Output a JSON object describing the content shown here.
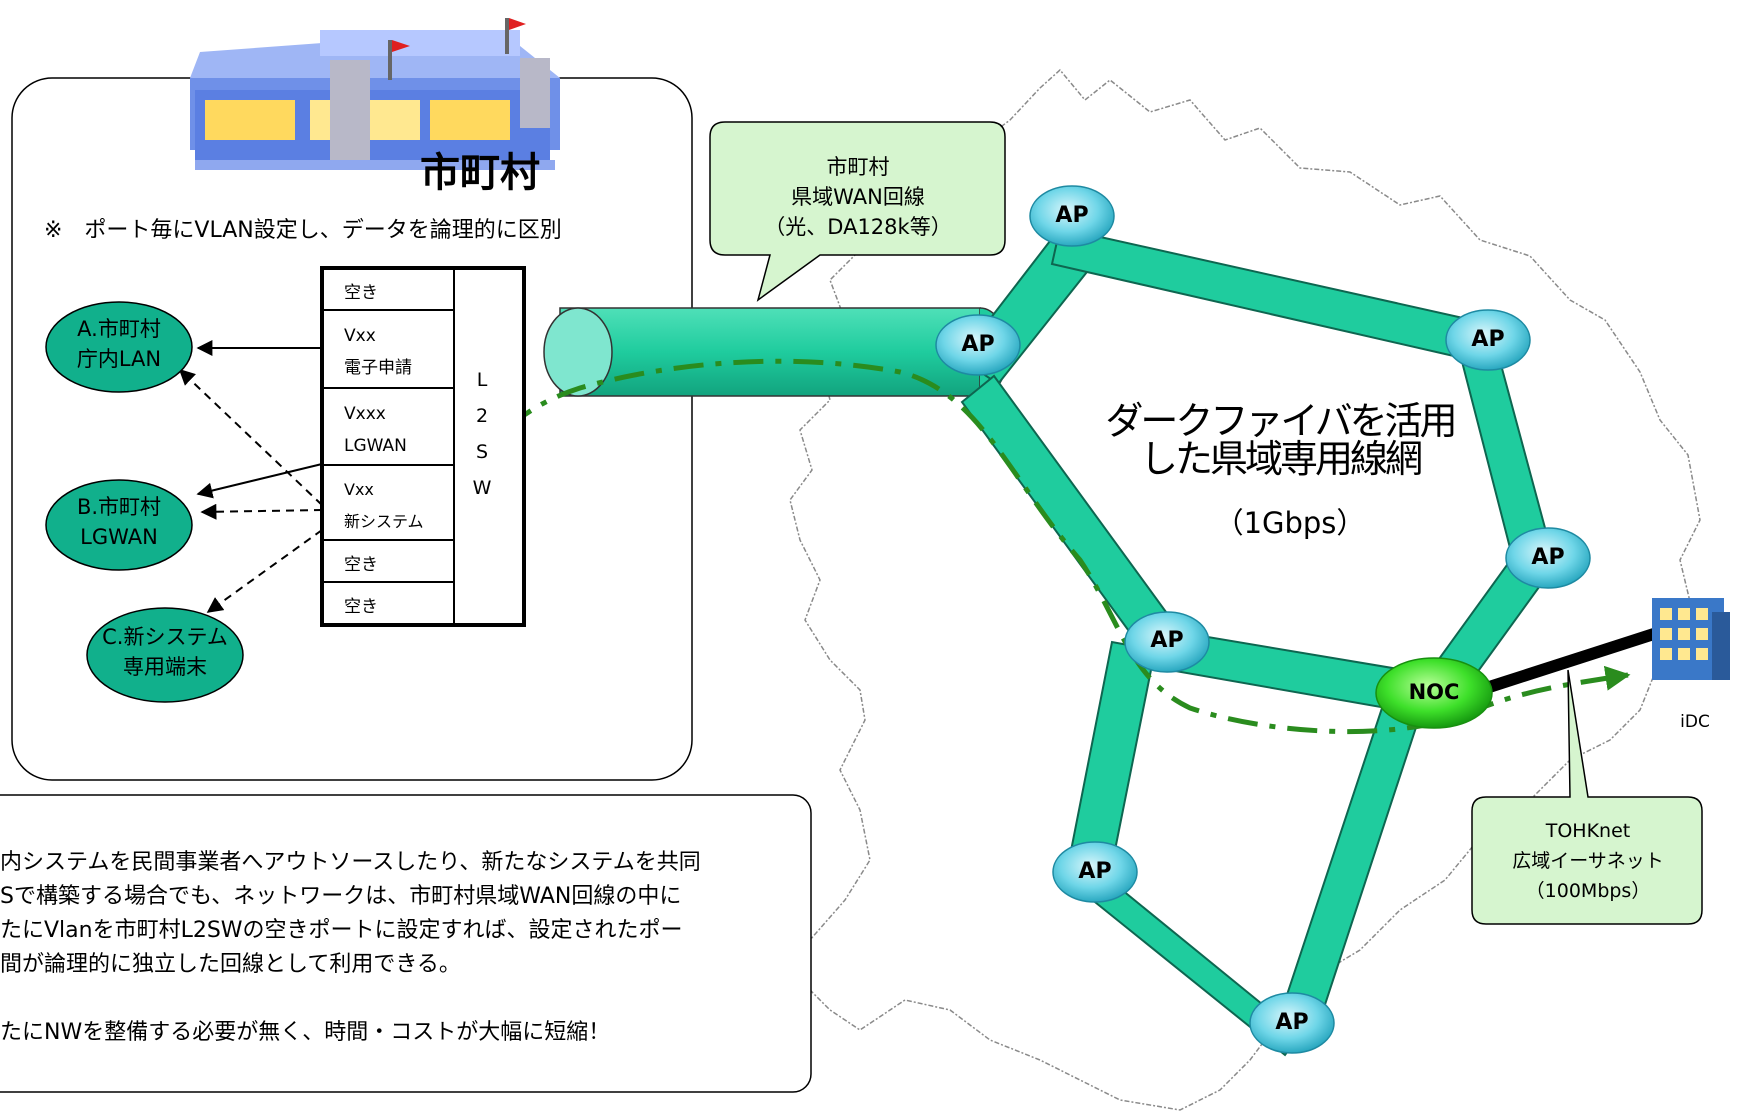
{
  "municipality": {
    "building_label": "市町村",
    "note": "※　ポート毎にVLAN設定し、データを論理的に区別",
    "terminals": [
      {
        "line1": "A.市町村",
        "line2": "庁内LAN"
      },
      {
        "line1": "B.市町村",
        "line2": "LGWAN"
      },
      {
        "line1": "C.新システム",
        "line2": "専用端末"
      }
    ],
    "switch_ports": [
      {
        "line1": "空き",
        "line2": ""
      },
      {
        "line1": "Vxx",
        "line2": "電子申請"
      },
      {
        "line1": "Vxxx",
        "line2": "LGWAN"
      },
      {
        "line1": "Vxx",
        "line2": "新システム"
      },
      {
        "line1": "空き",
        "line2": ""
      },
      {
        "line1": "空き",
        "line2": ""
      }
    ],
    "switch_label": [
      "L",
      "2",
      "S",
      "W"
    ]
  },
  "wan_callout": {
    "line1": "市町村",
    "line2": "県域WAN回線",
    "line3": "（光、DA128k等）"
  },
  "network": {
    "title_line1": "ダークファイバを活用",
    "title_line2": "した県域専用線網",
    "speed": "（1Gbps）",
    "ap_label": "AP",
    "noc_label": "NOC",
    "idc_label": "iDC"
  },
  "tohknet_callout": {
    "line1": "TOHKnet",
    "line2": "広域イーサネット",
    "line3": "（100Mbps）"
  },
  "description": {
    "line1": "内システムを民間事業者へアウトソースしたり、新たなシステムを共同",
    "line2": "Sで構築する場合でも、ネットワークは、市町村県域WAN回線の中に",
    "line3": "たにVlanを市町村L2SWの空きポートに設定すれば、設定されたポー",
    "line4": "間が論理的に独立した回線として利用できる。",
    "line5": "たにNWを整備する必要が無く、時間・コストが大幅に短縮！"
  },
  "colors": {
    "node_green": "#11b08c",
    "pipe_green": "#1fcc9e",
    "callout_fill": "#d6f5cf",
    "ap_cyan": "#5fd0e4",
    "noc_green": "#33dd22",
    "dashed_green": "#2a8c1e"
  }
}
